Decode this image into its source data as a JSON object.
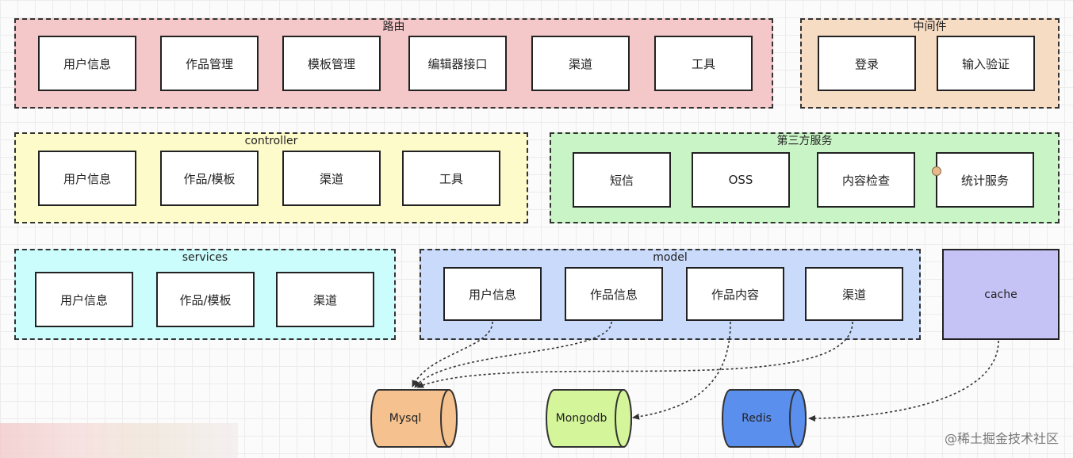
{
  "router": {
    "title": "路由",
    "items": [
      "用户信息",
      "作品管理",
      "模板管理",
      "编辑器接口",
      "渠道",
      "工具"
    ]
  },
  "middleware": {
    "title": "中间件",
    "items": [
      "登录",
      "输入验证"
    ]
  },
  "controller": {
    "title": "controller",
    "items": [
      "用户信息",
      "作品/模板",
      "渠道",
      "工具"
    ]
  },
  "third_party": {
    "title": "第三方服务",
    "items": [
      "短信",
      "OSS",
      "内容检查",
      "统计服务"
    ]
  },
  "services": {
    "title": "services",
    "items": [
      "用户信息",
      "作品/模板",
      "渠道"
    ]
  },
  "model": {
    "title": "model",
    "items": [
      "用户信息",
      "作品信息",
      "作品内容",
      "渠道"
    ]
  },
  "cache": {
    "label": "cache"
  },
  "databases": {
    "mysql": "Mysql",
    "mongodb": "Mongodb",
    "redis": "Redis"
  },
  "watermark": "@稀土掘金技术社区",
  "colors": {
    "router": "#f4c7c9",
    "middleware": "#f7dcc4",
    "controller": "#fdfbc9",
    "third_party": "#c9f5c6",
    "services": "#ccfdfd",
    "model": "#c9dafb",
    "cache": "#c5c2f6",
    "mysql": "#f5c18e",
    "mongodb": "#d4f59a",
    "redis": "#5b8fee"
  }
}
